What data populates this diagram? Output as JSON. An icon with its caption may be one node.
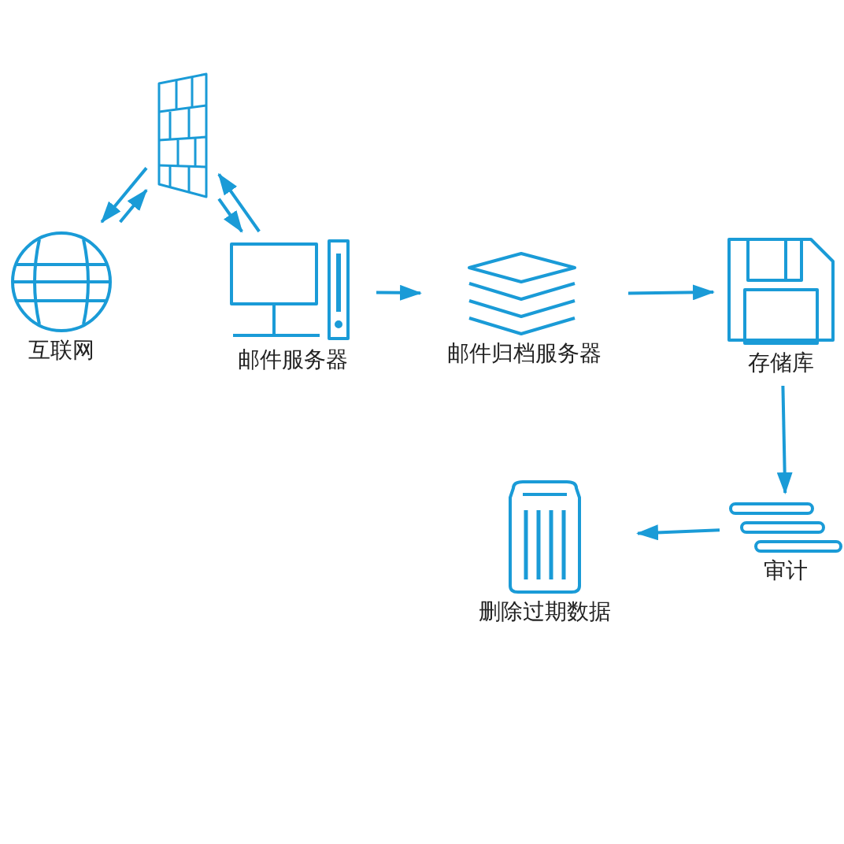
{
  "diagram": {
    "nodes": [
      {
        "text": [],
        "shape": "picture"
      },
      {
        "text": [
          "互联网"
        ]
      },
      {
        "text": [
          "邮件服务器"
        ]
      },
      {
        "text": [
          "邮件归档服务器"
        ]
      },
      {
        "text": [
          "存储库"
        ]
      },
      {
        "text": [
          "审计"
        ]
      },
      {
        "text": [
          "删除过期数据"
        ]
      }
    ],
    "edges": [
      {
        "from": 1,
        "to": 0,
        "arrow": "to"
      },
      {
        "from": 0,
        "to": 1,
        "arrow": "to"
      },
      {
        "from": 2,
        "to": 0,
        "arrow": "to"
      },
      {
        "from": 0,
        "to": 2,
        "arrow": "to"
      },
      {
        "from": 2,
        "to": 3,
        "arrow": "to"
      },
      {
        "from": 3,
        "to": 4,
        "arrow": "to"
      },
      {
        "from": 4,
        "to": 5,
        "arrow": "to"
      },
      {
        "from": 5,
        "to": 6,
        "arrow": "to"
      }
    ]
  }
}
